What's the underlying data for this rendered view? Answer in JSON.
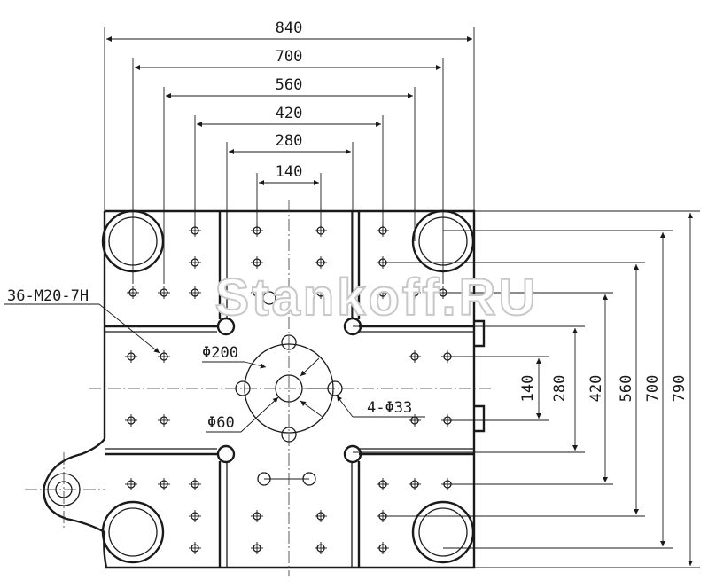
{
  "dimensions": {
    "horizontal": [
      "840",
      "700",
      "560",
      "420",
      "280",
      "140"
    ],
    "vertical": [
      "140",
      "280",
      "420",
      "560",
      "700",
      "790"
    ]
  },
  "labels": {
    "thread_holes": "36-M20-7H",
    "center_bore": "Φ200",
    "inner_bore": "Φ60",
    "ejector_holes": "4-Φ33"
  },
  "watermark": "Stankoff.RU"
}
